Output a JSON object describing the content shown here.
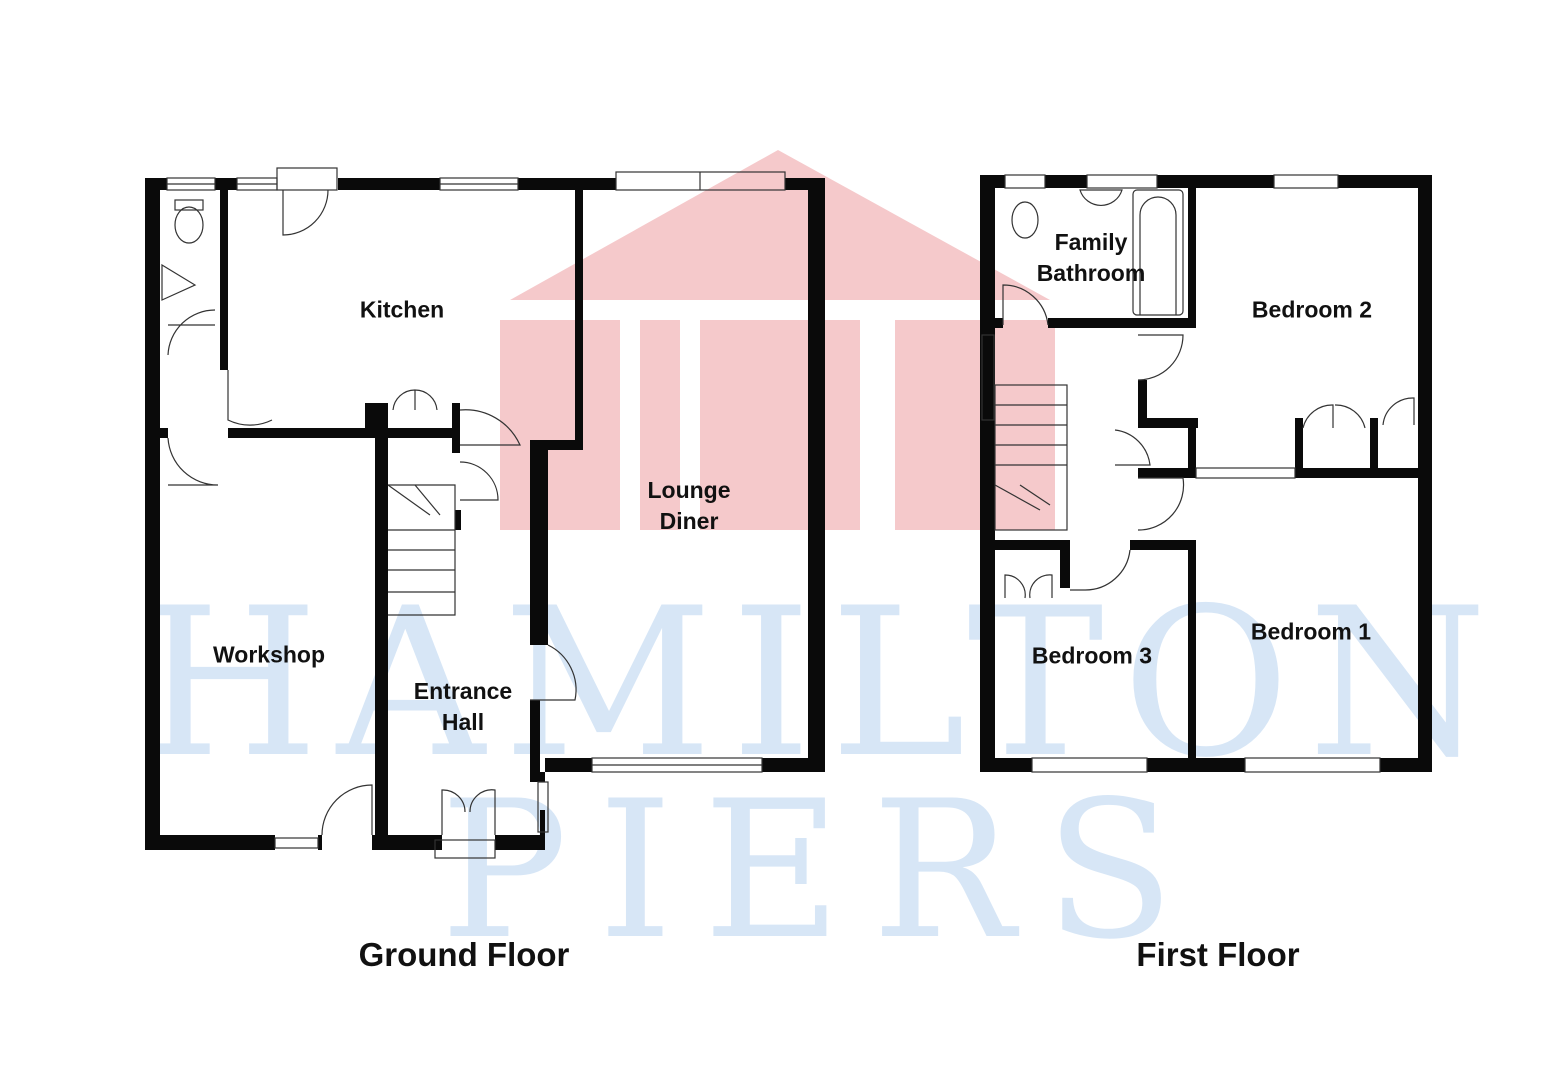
{
  "watermark": {
    "line1": "HAMILTON",
    "line2": "PIERS",
    "house_color": "#f5c9cb",
    "text_color": "#d3e4f6"
  },
  "ground_floor": {
    "title": "Ground Floor",
    "rooms": {
      "kitchen": "Kitchen",
      "lounge_line1": "Lounge",
      "lounge_line2": "Diner",
      "workshop": "Workshop",
      "hall_line1": "Entrance",
      "hall_line2": "Hall"
    }
  },
  "first_floor": {
    "title": "First Floor",
    "rooms": {
      "bath_line1": "Family",
      "bath_line2": "Bathroom",
      "bedroom2": "Bedroom 2",
      "bedroom1": "Bedroom 1",
      "bedroom3": "Bedroom 3"
    }
  },
  "colors": {
    "wall": "#0a0a0a"
  }
}
